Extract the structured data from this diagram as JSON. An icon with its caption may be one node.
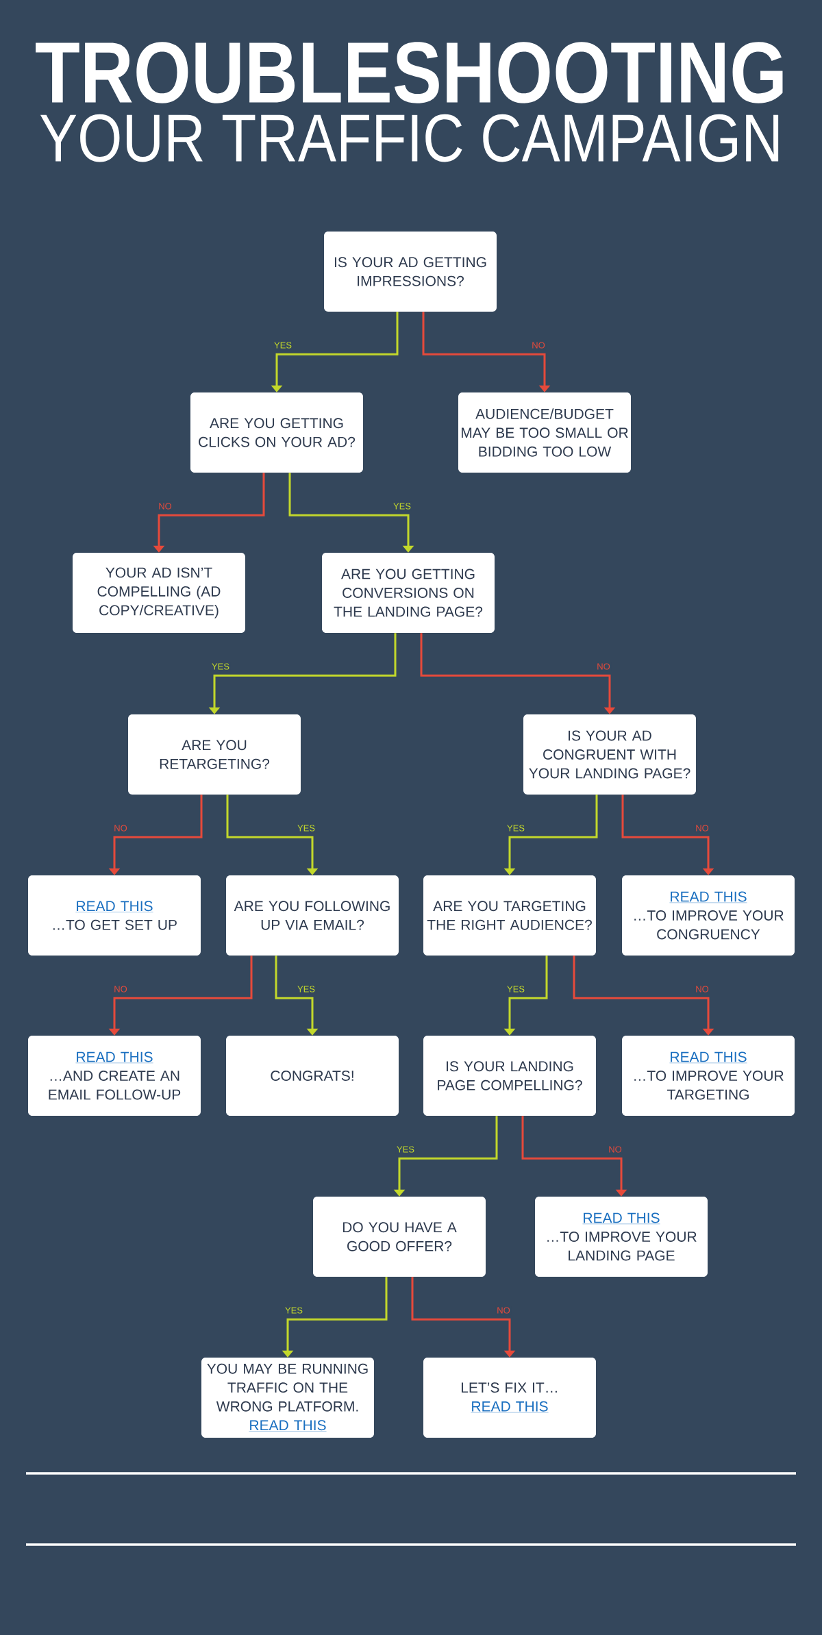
{
  "diagram": {
    "title": "**TROUBLESHOOTING** YOUR TRAFFIC CAMPAIGN",
    "nodes": [
      {
        "text": [
          "IS YOUR AD GETTING IMPRESSIONS?"
        ]
      },
      {
        "text": [
          "ARE YOU GETTING CLICKS ON YOUR AD?"
        ]
      },
      {
        "text": [
          "AUDIENCE/BUDGET MAY BE TOO SMALL OR BIDDING TOO LOW"
        ]
      },
      {
        "text": [
          "YOUR AD ISN’T COMPELLING (AD COPY/CREATIVE)"
        ]
      },
      {
        "text": [
          "ARE YOU GETTING CONVERSIONS ON THE LANDING PAGE?"
        ]
      },
      {
        "text": [
          "ARE YOU RETARGETING?"
        ]
      },
      {
        "text": [
          "IS YOUR AD CONGRUENT WITH YOUR LANDING PAGE?"
        ]
      },
      {
        "text": [
          "READ THIS",
          "…TO GET SET UP"
        ]
      },
      {
        "text": [
          "ARE YOU FOLLOWING UP VIA EMAIL?"
        ]
      },
      {
        "text": [
          "ARE YOU TARGETING THE RIGHT AUDIENCE?"
        ]
      },
      {
        "text": [
          "READ THIS",
          "…TO IMPROVE YOUR CONGRUENCY"
        ]
      },
      {
        "text": [
          "READ THIS",
          "…AND CREATE AN EMAIL FOLLOW-UP"
        ]
      },
      {
        "text": [
          "CONGRATS!"
        ]
      },
      {
        "text": [
          "IS YOUR LANDING PAGE COMPELLING?"
        ]
      },
      {
        "text": [
          "READ THIS",
          "…TO IMPROVE YOUR TARGETING"
        ]
      },
      {
        "text": [
          "DO YOU HAVE A GOOD OFFER?"
        ]
      },
      {
        "text": [
          "READ THIS",
          "…TO IMPROVE YOUR LANDING PAGE"
        ]
      },
      {
        "text": [
          "YOU MAY BE RUNNING TRAFFIC ON THE WRONG PLATFORM.",
          "READ THIS"
        ]
      },
      {
        "text": [
          "LET’S FIX IT…",
          "READ THIS"
        ]
      }
    ],
    "edges": [
      {
        "from": 0,
        "to": 1,
        "arrow": "to",
        "label": "YES",
        "color": "#c3d82b"
      },
      {
        "from": 0,
        "to": 2,
        "arrow": "to",
        "label": "NO",
        "color": "#e64a3b"
      },
      {
        "from": 1,
        "to": 3,
        "arrow": "to",
        "label": "NO",
        "color": "#e64a3b"
      },
      {
        "from": 1,
        "to": 4,
        "arrow": "to",
        "label": "YES",
        "color": "#c3d82b"
      },
      {
        "from": 4,
        "to": 5,
        "arrow": "to",
        "label": "YES",
        "color": "#c3d82b"
      },
      {
        "from": 4,
        "to": 6,
        "arrow": "to",
        "label": "NO",
        "color": "#e64a3b"
      },
      {
        "from": 5,
        "to": 7,
        "arrow": "to",
        "label": "NO",
        "color": "#e64a3b"
      },
      {
        "from": 5,
        "to": 8,
        "arrow": "to",
        "label": "YES",
        "color": "#c3d82b"
      },
      {
        "from": 6,
        "to": 9,
        "arrow": "to",
        "label": "YES",
        "color": "#c3d82b"
      },
      {
        "from": 6,
        "to": 10,
        "arrow": "to",
        "label": "NO",
        "color": "#e64a3b"
      },
      {
        "from": 8,
        "to": 11,
        "arrow": "to",
        "label": "NO",
        "color": "#e64a3b"
      },
      {
        "from": 8,
        "to": 12,
        "arrow": "to",
        "label": "YES",
        "color": "#c3d82b"
      },
      {
        "from": 9,
        "to": 13,
        "arrow": "to",
        "label": "YES",
        "color": "#c3d82b"
      },
      {
        "from": 9,
        "to": 14,
        "arrow": "to",
        "label": "NO",
        "color": "#e64a3b"
      },
      {
        "from": 13,
        "to": 15,
        "arrow": "to",
        "label": "YES",
        "color": "#c3d82b"
      },
      {
        "from": 13,
        "to": 16,
        "arrow": "to",
        "label": "NO",
        "color": "#e64a3b"
      },
      {
        "from": 15,
        "to": 17,
        "arrow": "to",
        "label": "YES",
        "color": "#c3d82b"
      },
      {
        "from": 15,
        "to": 18,
        "arrow": "to",
        "label": "NO",
        "color": "#e64a3b"
      }
    ]
  }
}
